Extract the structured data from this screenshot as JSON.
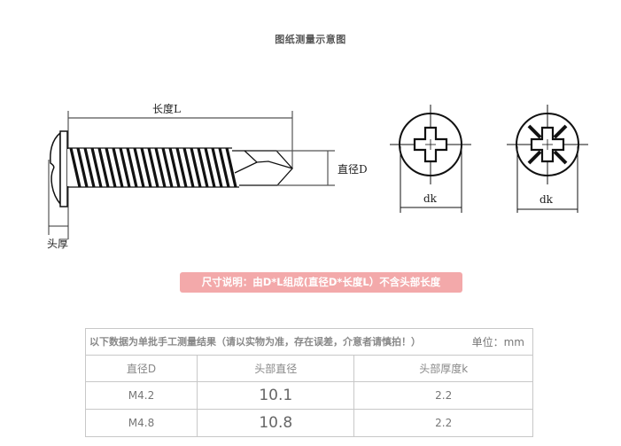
{
  "title": "图纸测量示意图",
  "drawing": {
    "side_view": {
      "length_label": "长度L",
      "diameter_label": "直径D",
      "head_thickness_label": "头厚"
    },
    "top_views": [
      {
        "type": "phillips-cross",
        "label": "dk"
      },
      {
        "type": "pozidriv-cross",
        "label": "dk"
      }
    ]
  },
  "banner": {
    "text": "尺寸说明：由D*L组成(直径D*长度L）不含头部长度",
    "bg_color": "#f3a9aa"
  },
  "table": {
    "note": "以下数据为单批手工测量结果（请以实物为准，存在误差，介意者请慎拍！）",
    "unit": "单位：mm",
    "headers": [
      "直径D",
      "头部直径",
      "头部厚度k"
    ],
    "rows": [
      [
        "M4.2",
        "10.1",
        "2.2"
      ],
      [
        "M4.8",
        "10.8",
        "2.2"
      ]
    ]
  }
}
